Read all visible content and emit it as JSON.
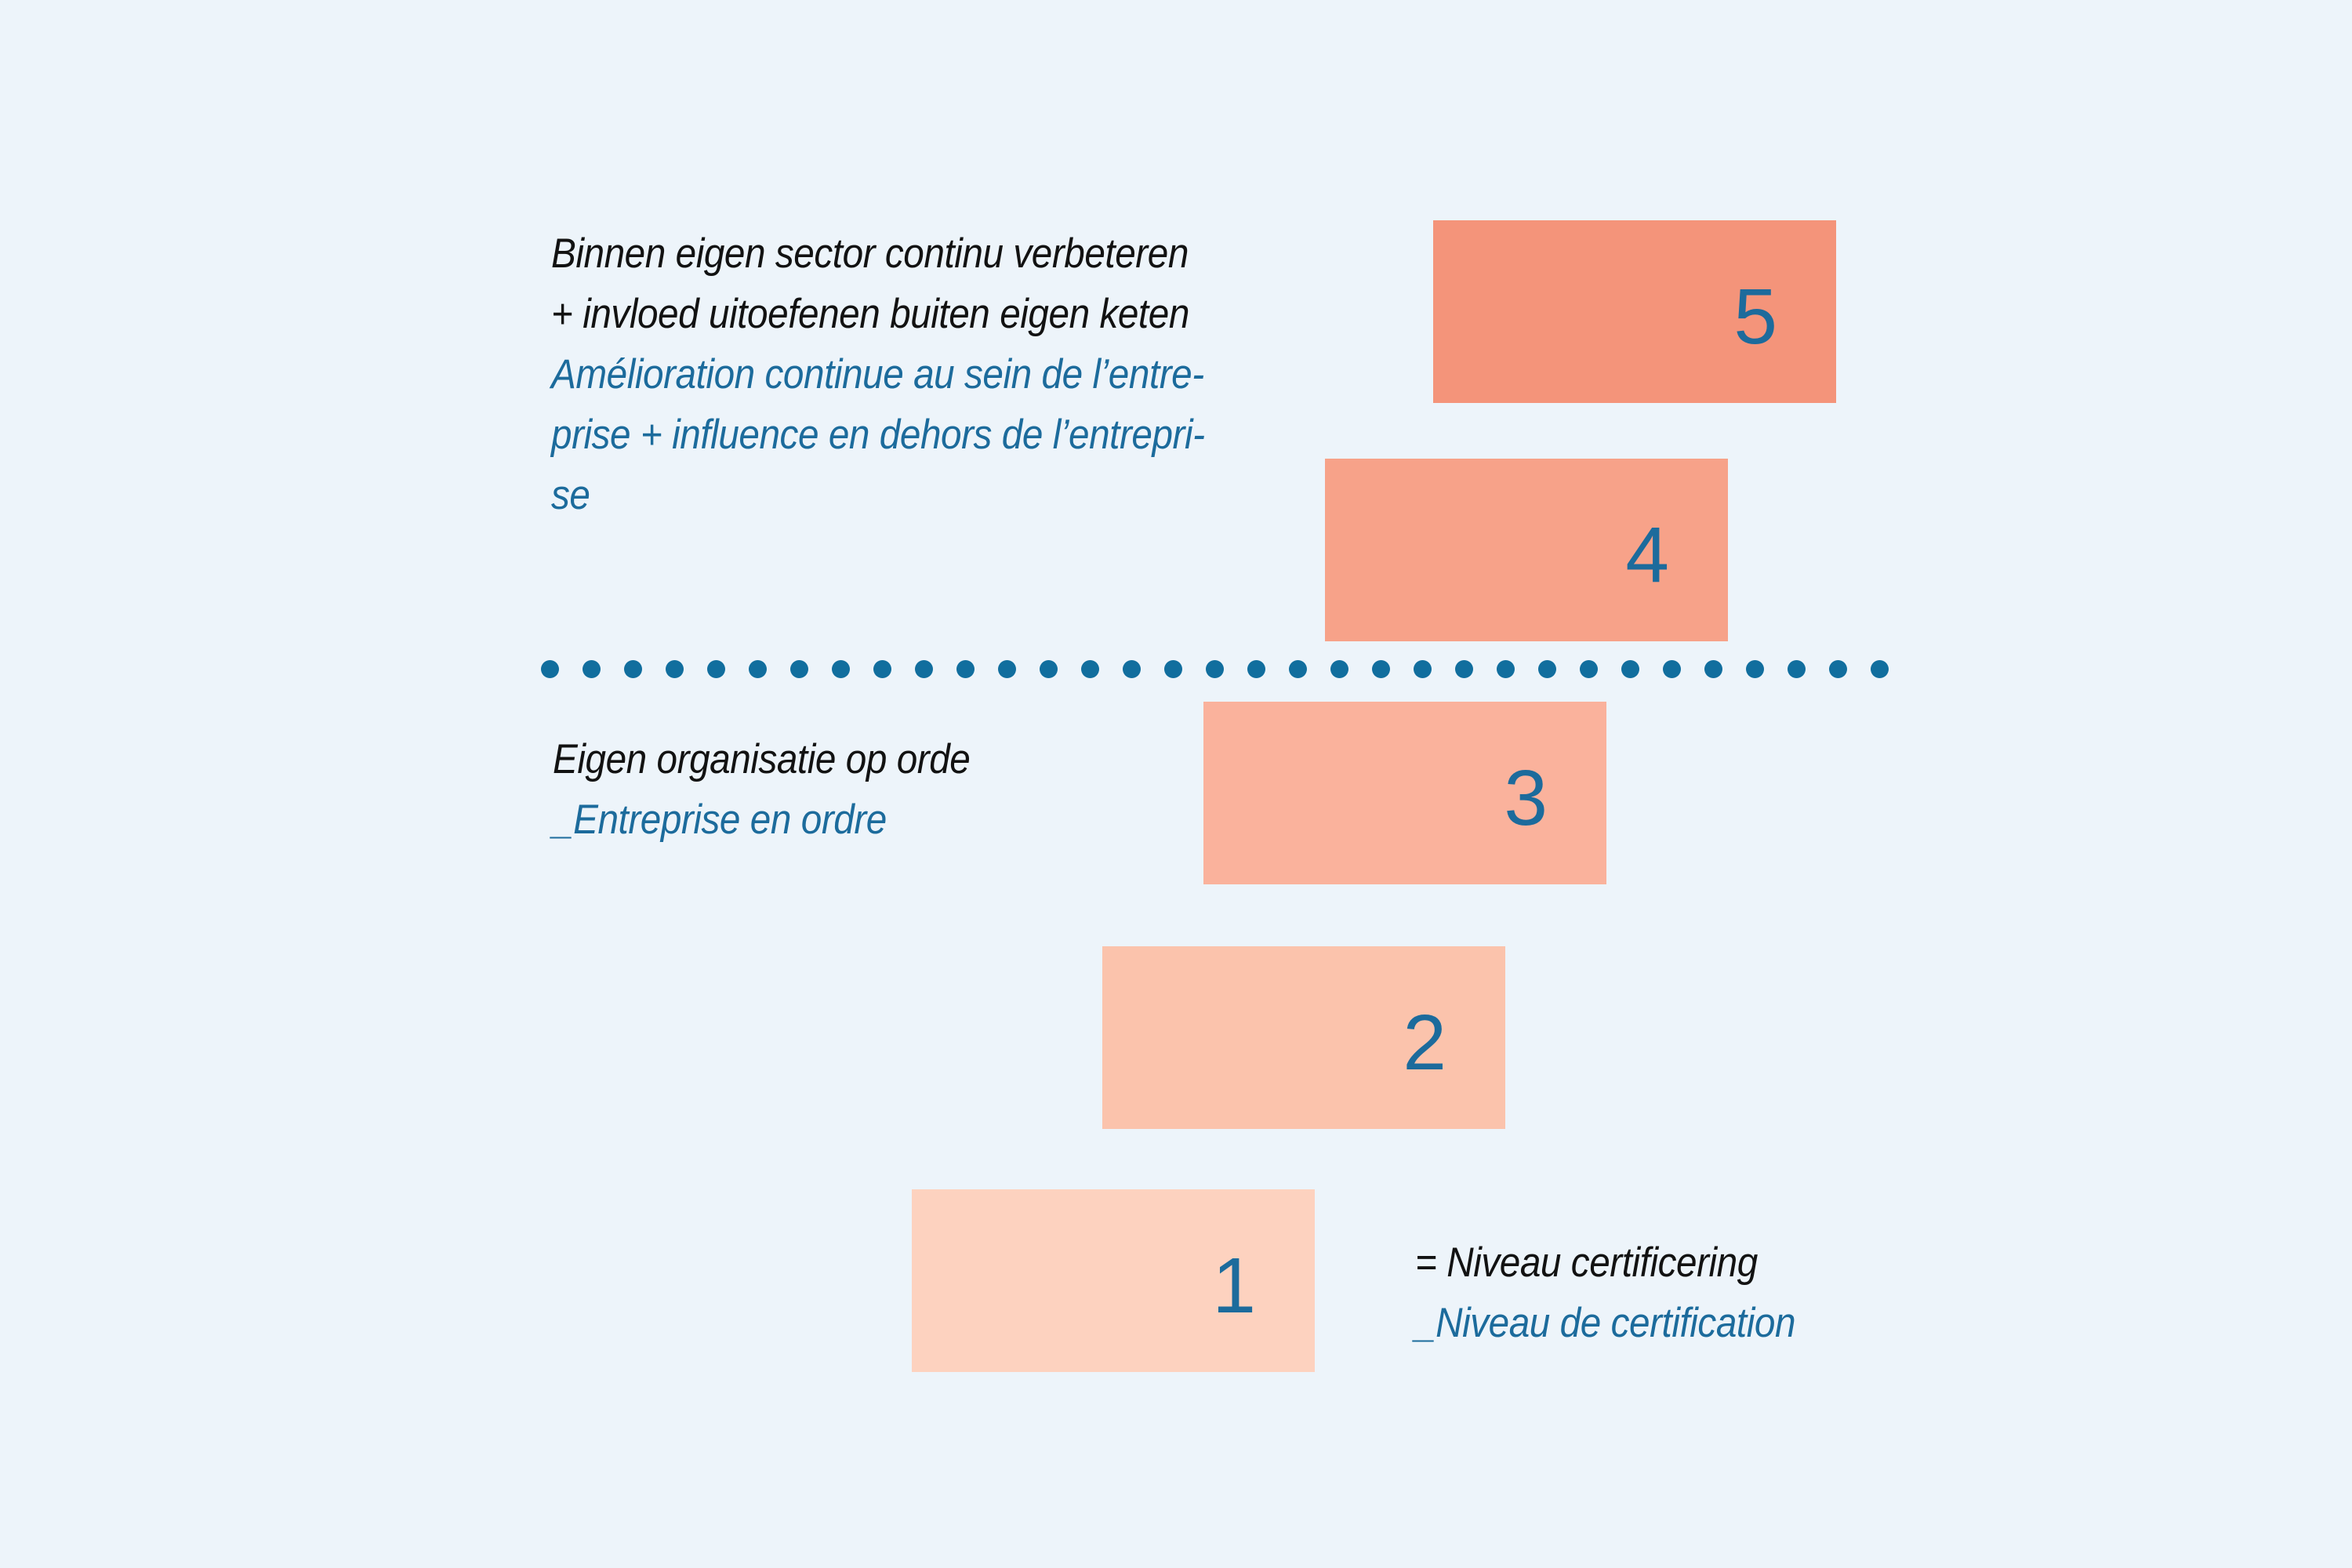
{
  "background_color": "#EDF4FA",
  "accent_teal": "#1C6B9C",
  "text_black": "#121212",
  "top_label": {
    "nl_lines": [
      "Binnen eigen sector continu verbeteren",
      "+ invloed uitoefenen buiten eigen keten"
    ],
    "fr_lines": [
      "Amélioration continue au sein de l’entre-",
      "prise + influence en dehors de l’entrepri-",
      "se"
    ]
  },
  "mid_label": {
    "nl": "Eigen organisatie op orde",
    "fr": "_Entreprise en ordre"
  },
  "legend": {
    "nl": "= Niveau certificering",
    "fr": "_Niveau de certification"
  },
  "levels": [
    {
      "number": "5",
      "color": "#F4947A"
    },
    {
      "number": "4",
      "color": "#F7A289"
    },
    {
      "number": "3",
      "color": "#FAB29C"
    },
    {
      "number": "2",
      "color": "#FBC3AC"
    },
    {
      "number": "1",
      "color": "#FDD2BF"
    }
  ],
  "divider": {
    "dot_count": 33,
    "dot_color": "#116E9E"
  }
}
